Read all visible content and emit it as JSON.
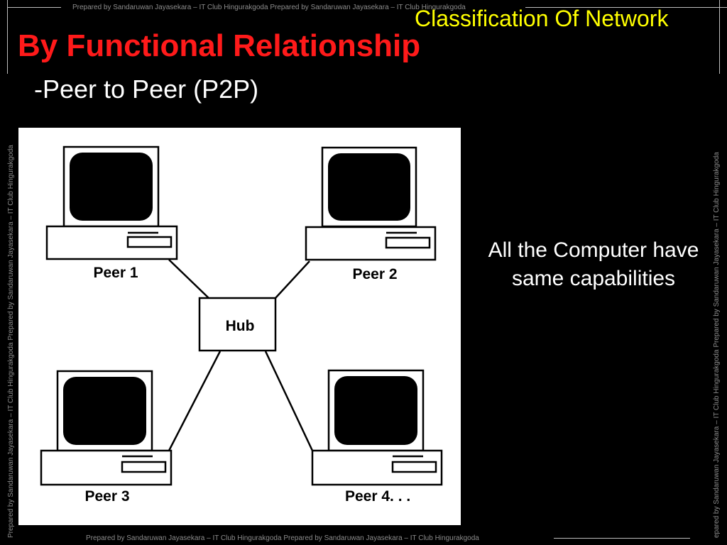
{
  "slide": {
    "topic": "Classification Of Network",
    "title": "By Functional Relationship",
    "subtitle": "-Peer to Peer (P2P)",
    "note_lines": [
      "All the Computer have",
      "same capabilities"
    ],
    "colors": {
      "background": "#000000",
      "title": "#ff1a1a",
      "topic": "#ffff00",
      "text": "#ffffff",
      "watermark": "#8c8c8c"
    }
  },
  "watermarks": {
    "top": "Prepared by Sandaruwan Jayasekara – IT Club Hingurakgoda Prepared by Sandaruwan Jayasekara – IT Club Hingurakgoda",
    "bottom": "Prepared by Sandaruwan Jayasekara – IT Club Hingurakgoda Prepared by Sandaruwan Jayasekara – IT Club Hingurakgoda",
    "left": "Prepared by Sandaruwan Jayasekara – IT Club Hingurakgoda Prepared by Sandaruwan Jayasekara – IT Club Hingurakgoda",
    "right": "epared by Sandaruwan Jayasekara – IT Club Hingurakgoda Prepared by Sandaruwan Jayasekara – IT Club Hingurakgoda"
  },
  "diagram": {
    "hub_label": "Hub",
    "peers": [
      "Peer 1",
      "Peer 2",
      "Peer 3",
      "Peer 4. . ."
    ]
  }
}
